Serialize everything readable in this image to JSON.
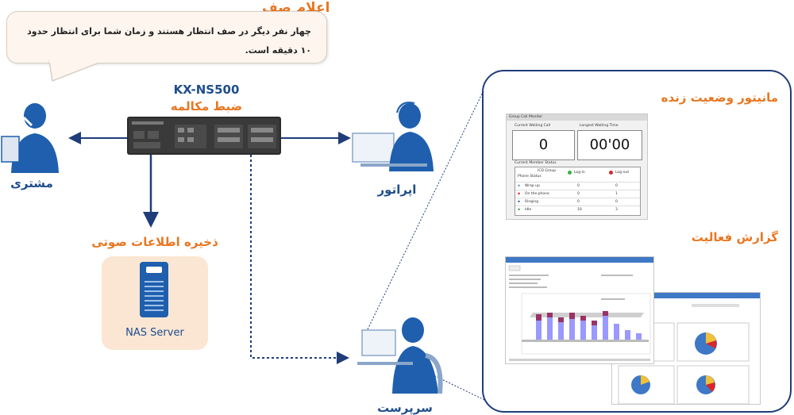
{
  "annotation": {
    "title": "اعلام صف",
    "text": "چهار نفر دیگر در صف انتظار هستند و زمان شما برای انتظار حدود ۱۰ دقیقه است."
  },
  "device": {
    "model": "KX-NS500",
    "function": "ضبط مکالمه"
  },
  "nodes": {
    "customer": "مشتری",
    "operator": "اپراتور",
    "supervisor": "سرپرست",
    "storage": "ذخیره اطلاعات صوتی",
    "nas": "NAS Server"
  },
  "panel": {
    "monitor_title": "مانیتور وضعیت زنده",
    "report_title": "گزارش فعالیت"
  },
  "monitor": {
    "header": "Group Call Monitor",
    "current_waiting_label": "Current Waiting Call",
    "longest_waiting_label": "Longest Waiting Time",
    "current_waiting": "0",
    "longest_waiting": "00'00",
    "member_status_label": "Current Member Status",
    "col_group": "ICD Group",
    "col_phone_status": "Phone Status",
    "col_login": "Log-in",
    "col_logout": "Log-out",
    "rows": [
      {
        "status": "Wrap up",
        "login": "0",
        "logout": "0"
      },
      {
        "status": "On the phone",
        "login": "0",
        "logout": "1"
      },
      {
        "status": "Ringing",
        "login": "0",
        "logout": "0"
      },
      {
        "status": "Idle",
        "login": "10",
        "logout": "3"
      }
    ]
  },
  "colors": {
    "accent_orange": "#e87722",
    "primary_blue": "#1f4e8c",
    "panel_border": "#1f3d7a",
    "storage_bg": "#fbe6d3"
  }
}
